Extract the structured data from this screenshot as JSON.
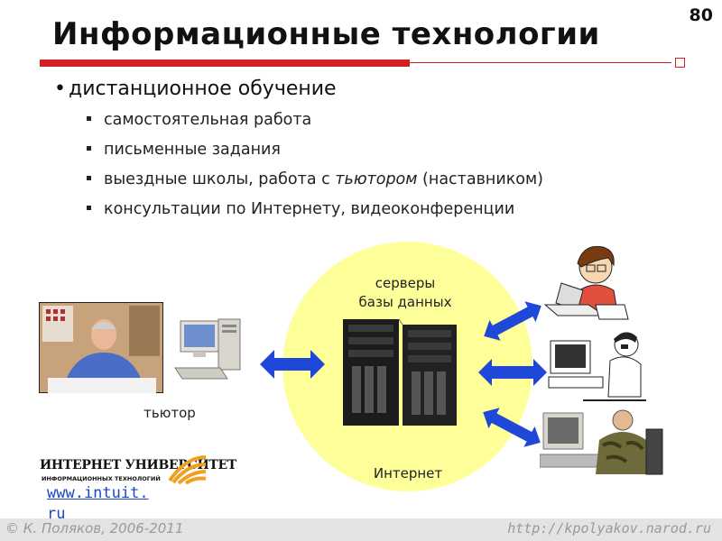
{
  "slide": {
    "number": "80",
    "title": "Информационные технологии"
  },
  "content": {
    "main_bullet": "дистанционное обучение",
    "sub_items": [
      {
        "text": "самостоятельная работа"
      },
      {
        "text": "письменные задания"
      },
      {
        "before": "выездные школы, работа с ",
        "emph": "тьютором",
        "after": " (наставником)"
      },
      {
        "text": "консультации по Интернету, видеоконференции"
      }
    ]
  },
  "diagram": {
    "servers_label_line1": "серверы",
    "servers_label_line2": "базы данных",
    "internet_label": "Интернет",
    "tutor_label": "тьютор",
    "circle_color": "#ffff99",
    "arrow_color": "#1f47d8"
  },
  "logo": {
    "university": "ИНТЕРНЕТ УНИВЕРСИТЕТ",
    "university_sub": "ИНФОРМАЦИОННЫХ ТЕХНОЛОГИЙ",
    "link_line1": "www.intuit.",
    "link_line2": "ru"
  },
  "footer": {
    "copyright": "© К. Поляков, 2006-2011",
    "url": "http://kpolyakov.narod.ru"
  },
  "colors": {
    "accent_red": "#d62020",
    "link_blue": "#1a49c8"
  }
}
